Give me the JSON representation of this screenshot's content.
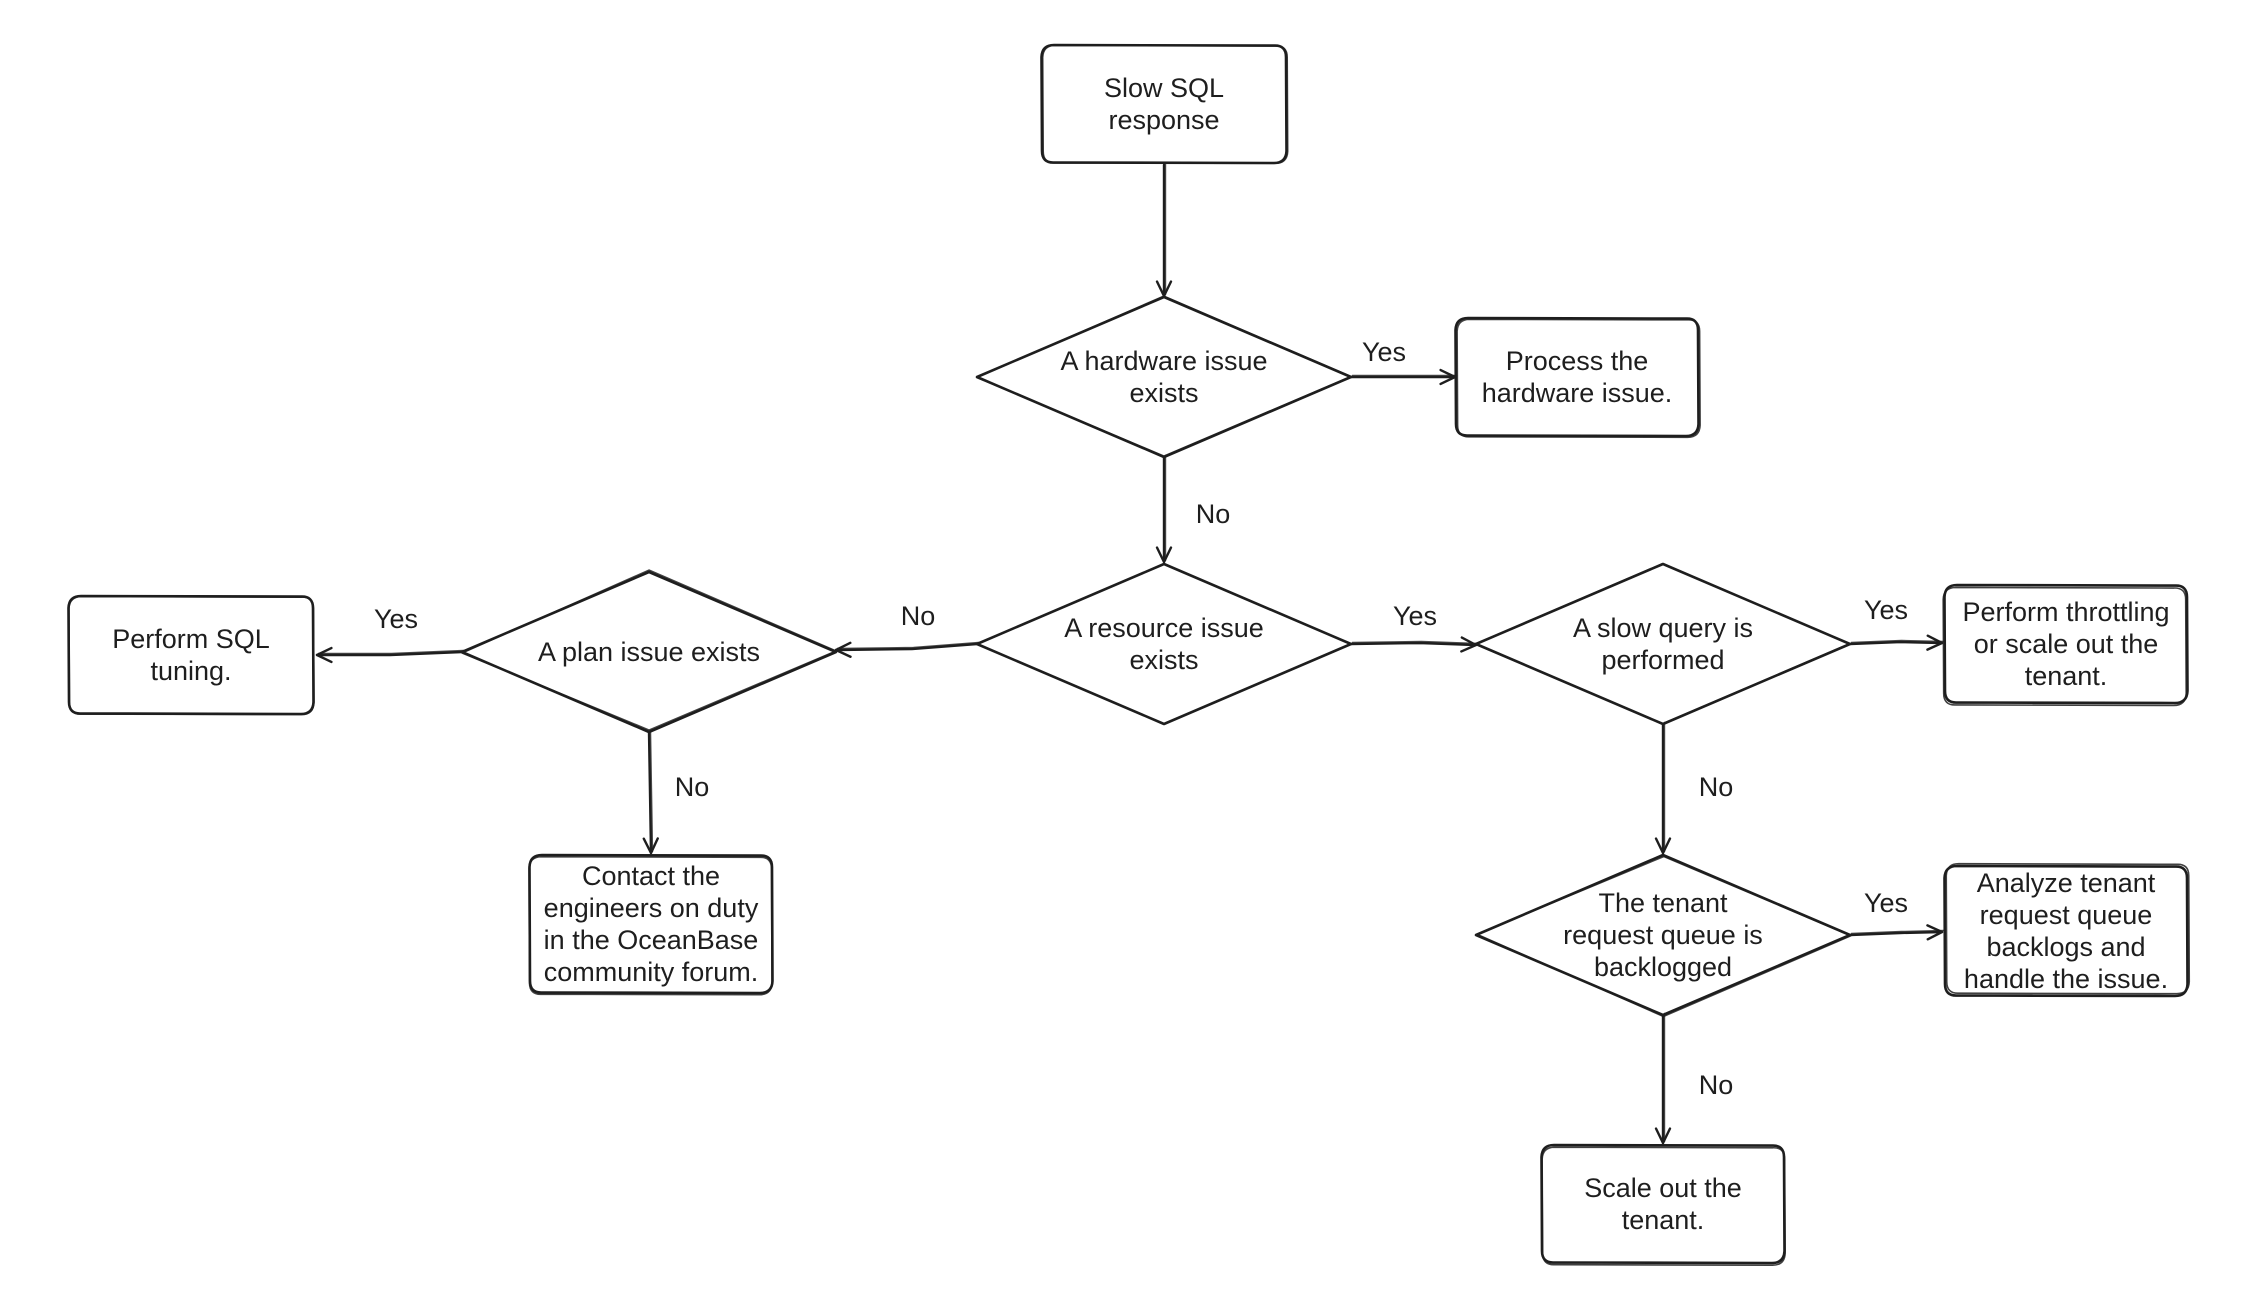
{
  "nodes": {
    "start": [
      "Slow SQL",
      "response"
    ],
    "hardware_check": [
      "A hardware issue",
      "exists"
    ],
    "process_hardware": [
      "Process the",
      "hardware issue."
    ],
    "resource_check": [
      "A resource issue",
      "exists"
    ],
    "plan_check": [
      "A plan issue exists"
    ],
    "sql_tuning": [
      "Perform SQL",
      "tuning."
    ],
    "contact_engineers": [
      "Contact the",
      "engineers on duty",
      "in the OceanBase",
      "community forum."
    ],
    "slow_query_check": [
      "A slow query is",
      "performed"
    ],
    "throttling": [
      "Perform throttling",
      "or scale out the",
      "tenant."
    ],
    "queue_check": [
      "The tenant",
      "request queue is",
      "backlogged"
    ],
    "analyze_queue": [
      "Analyze tenant",
      "request queue",
      "backlogs and",
      "handle the issue."
    ],
    "scale_out": [
      "Scale out the",
      "tenant."
    ]
  },
  "edges": [
    {
      "from": "start",
      "to": "hardware_check",
      "label": ""
    },
    {
      "from": "hardware_check",
      "to": "process_hardware",
      "label": "Yes"
    },
    {
      "from": "hardware_check",
      "to": "resource_check",
      "label": "No"
    },
    {
      "from": "resource_check",
      "to": "plan_check",
      "label": "No"
    },
    {
      "from": "resource_check",
      "to": "slow_query_check",
      "label": "Yes"
    },
    {
      "from": "plan_check",
      "to": "sql_tuning",
      "label": "Yes"
    },
    {
      "from": "plan_check",
      "to": "contact_engineers",
      "label": "No"
    },
    {
      "from": "slow_query_check",
      "to": "throttling",
      "label": "Yes"
    },
    {
      "from": "slow_query_check",
      "to": "queue_check",
      "label": "No"
    },
    {
      "from": "queue_check",
      "to": "analyze_queue",
      "label": "Yes"
    },
    {
      "from": "queue_check",
      "to": "scale_out",
      "label": "No"
    }
  ],
  "colors": {
    "stroke": "#1e1e1e",
    "text": "#1e1e1e",
    "background": "#ffffff"
  }
}
